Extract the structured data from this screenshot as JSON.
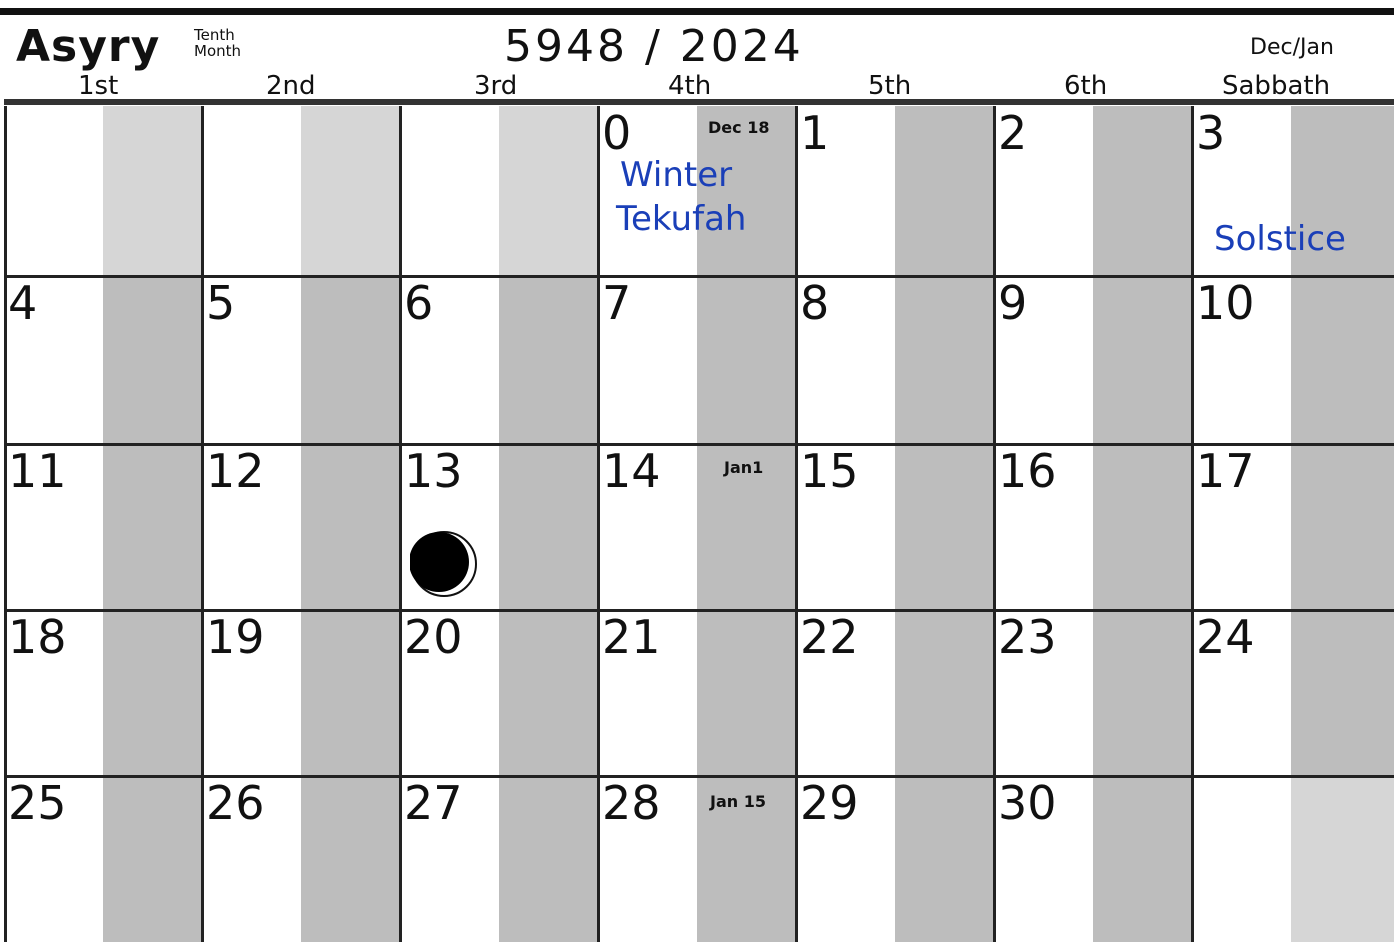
{
  "header": {
    "month_name": "Asyry",
    "month_sub_1": "Tenth",
    "month_sub_2": "Month",
    "year_title": "5948 / 2024",
    "gregorian_months": "Dec/Jan"
  },
  "day_names": [
    "1st",
    "2nd",
    "3rd",
    "4th",
    "5th",
    "6th",
    "Sabbath"
  ],
  "weeks": [
    [
      "",
      "",
      "",
      "0",
      "1",
      "2",
      "3"
    ],
    [
      "4",
      "5",
      "6",
      "7",
      "8",
      "9",
      "10"
    ],
    [
      "11",
      "12",
      "13",
      "14",
      "15",
      "16",
      "17"
    ],
    [
      "18",
      "19",
      "20",
      "21",
      "22",
      "23",
      "24"
    ],
    [
      "25",
      "26",
      "27",
      "28",
      "29",
      "30",
      ""
    ]
  ],
  "gregorian_labels": {
    "day0": "Dec 18",
    "day14": "Jan1",
    "day28": "Jan 15"
  },
  "annotations": {
    "winter": "Winter",
    "tekufah": "Tekufah",
    "solstice": "Solstice"
  },
  "moon_phase_icon": "crescent-moon-icon",
  "colors": {
    "note_blue": "#1a3fb8",
    "band_gray": "#bdbdbd",
    "band_light_gray": "#d6d6d6"
  }
}
